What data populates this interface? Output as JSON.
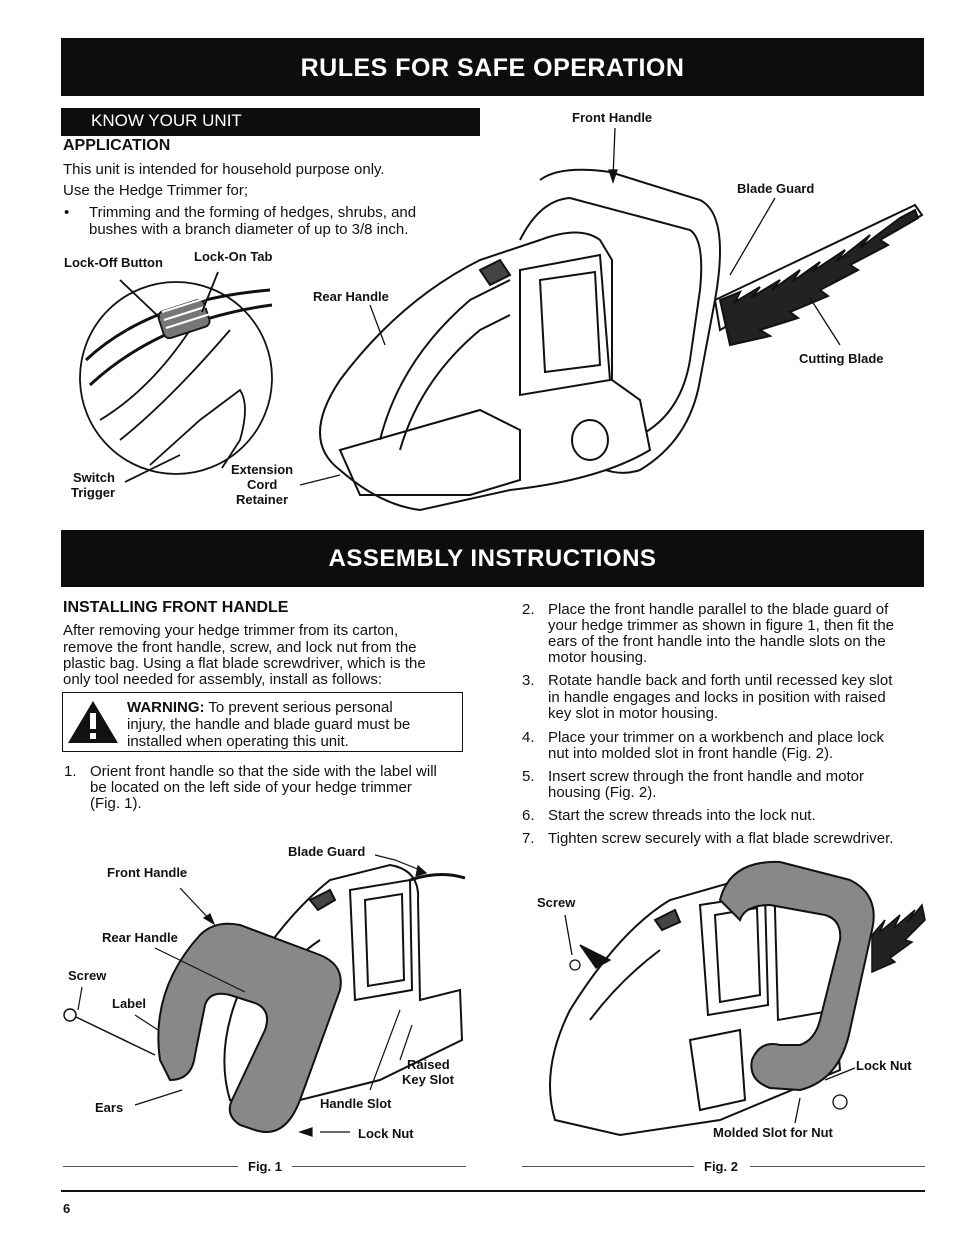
{
  "header": {
    "title": "RULES FOR SAFE OPERATION"
  },
  "know_unit": {
    "banner": "KNOW YOUR UNIT",
    "heading": "APPLICATION",
    "line1": "This unit is intended for household purpose only.",
    "line2": "Use the Hedge Trimmer for;",
    "bullet_line1": "Trimming and the forming of hedges, shrubs, and",
    "bullet_line2": "bushes with a branch diameter of up to 3/8 inch."
  },
  "top_figure": {
    "front_handle": "Front Handle",
    "blade_guard": "Blade Guard",
    "rear_handle": "Rear Handle",
    "cutting_blade": "Cutting Blade",
    "lock_off_button": "Lock-Off Button",
    "lock_on_tab": "Lock-On Tab",
    "switch_trigger_1": "Switch",
    "switch_trigger_2": "Trigger",
    "ext_cord_1": "Extension",
    "ext_cord_2": "Cord",
    "ext_cord_3": "Retainer"
  },
  "assembly": {
    "banner": "ASSEMBLY INSTRUCTIONS",
    "heading": "INSTALLING FRONT HANDLE",
    "intro": [
      "After removing your hedge trimmer from its carton,",
      "remove the front handle, screw, and lock nut from the",
      "plastic bag. Using a flat blade screwdriver, which is the",
      "only tool needed for assembly, install as follows:"
    ],
    "warning_label": "WARNING:",
    "warning_l1": "To prevent serious personal",
    "warning_l2": "injury, the handle and blade guard must be",
    "warning_l3": "installed when operating this unit.",
    "steps_left": [
      {
        "num": "1.",
        "lines": [
          "Orient front handle so that the side with the label will",
          "be located on the left side of your hedge trimmer",
          "(Fig. 1)."
        ]
      }
    ],
    "steps_right": [
      {
        "num": "2.",
        "lines": [
          "Place the front handle parallel to the blade guard of",
          "your hedge trimmer as shown in figure 1, then fit the",
          "ears of the front handle into the handle slots on the",
          "motor housing."
        ]
      },
      {
        "num": "3.",
        "lines": [
          "Rotate handle back and forth until recessed key slot",
          "in handle engages and locks in position with raised",
          "key slot in motor housing."
        ]
      },
      {
        "num": "4.",
        "lines": [
          "Place your trimmer on a workbench and place lock",
          "nut into molded slot in front handle (Fig. 2)."
        ]
      },
      {
        "num": "5.",
        "lines": [
          "Insert screw through the front handle and motor",
          "housing (Fig. 2)."
        ]
      },
      {
        "num": "6.",
        "lines": [
          "Start the screw threads into the lock nut."
        ]
      },
      {
        "num": "7.",
        "lines": [
          "Tighten screw securely with a flat blade screwdriver."
        ]
      }
    ]
  },
  "fig1": {
    "blade_guard": "Blade Guard",
    "front_handle": "Front Handle",
    "rear_handle": "Rear Handle",
    "screw": "Screw",
    "label": "Label",
    "raised_1": "Raised",
    "raised_2": "Key Slot",
    "ears": "Ears",
    "handle_slot": "Handle Slot",
    "lock_nut": "Lock Nut",
    "caption": "Fig. 1"
  },
  "fig2": {
    "screw": "Screw",
    "lock_nut": "Lock Nut",
    "molded_slot": "Molded Slot for Nut",
    "caption": "Fig. 2"
  },
  "footer": {
    "page_number": "6"
  }
}
